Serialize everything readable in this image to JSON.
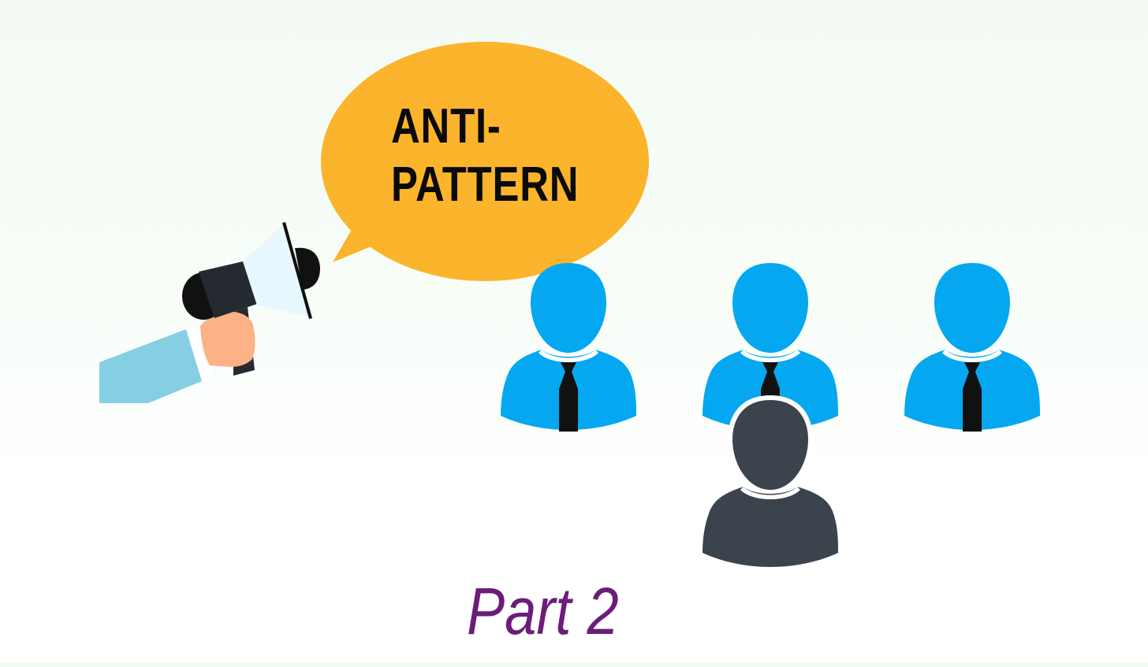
{
  "speech_bubble": {
    "line1": "ANTI-",
    "line2": "PATTERN"
  },
  "caption": "Part 2",
  "icons": [
    "megaphone-icon",
    "hand-icon",
    "person-with-tie-icon",
    "person-icon"
  ],
  "colors": {
    "bubble": "#fbb42b",
    "person_blue": "#05a8f0",
    "person_dark": "#3b434c",
    "tie": "#111111",
    "caption": "#6b1d78",
    "sleeve": "#86cfe2",
    "skin": "#fcb187",
    "megaphone_handle": "#252a31",
    "megaphone_cone": "#e6f8fd"
  }
}
